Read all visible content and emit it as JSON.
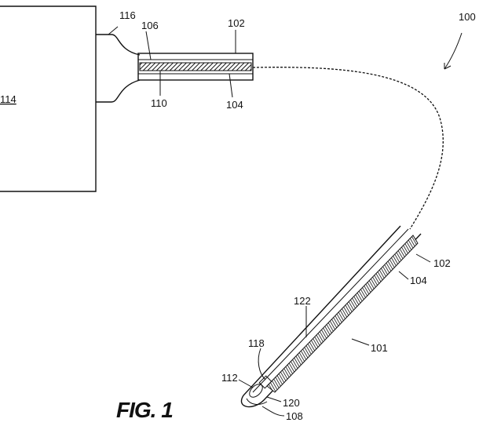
{
  "figure": {
    "caption": "FIG. 1",
    "labels": {
      "l100": "100",
      "l101": "101",
      "l102a": "102",
      "l102b": "102",
      "l104a": "104",
      "l104b": "104",
      "l106": "106",
      "l108": "108",
      "l110": "110",
      "l112": "112",
      "l114": "114",
      "l116": "116",
      "l118": "118",
      "l120": "120",
      "l122": "122"
    }
  }
}
